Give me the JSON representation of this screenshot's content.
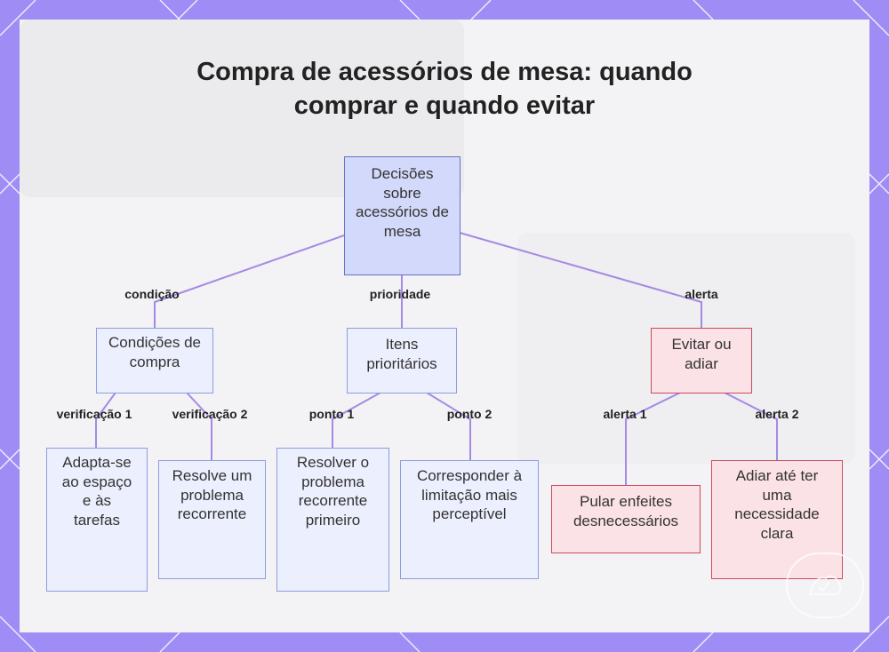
{
  "title_lines": [
    "Compra de acessórios de mesa: quando",
    "comprar e quando evitar"
  ],
  "nodes": {
    "root": "Decisões sobre acessórios de mesa",
    "conditions": "Condições de compra",
    "priority": "Itens prioritários",
    "avoid": "Evitar ou adiar",
    "adapt": "Adapta-se ao espaço e às tarefas",
    "resolve": "Resolve um problema recorrente",
    "resolve_first": "Resolver o problema recorrente primeiro",
    "match_limit": "Corresponder à limitação mais perceptível",
    "skip": "Pular enfeites desnecessários",
    "defer": "Adiar até ter uma necessidade clara"
  },
  "edge_labels": {
    "condition": "condição",
    "priority": "prioridade",
    "alert": "alerta",
    "check1": "verificação 1",
    "check2": "verificação 2",
    "point1": "ponto 1",
    "point2": "ponto 2",
    "alert1": "alerta 1",
    "alert2": "alerta 2"
  },
  "colors": {
    "frame": "#a08cf5",
    "edge": "#a48ae6",
    "node_blue_fill": "#eceffd",
    "node_blue_border": "#8d9de0",
    "root_fill": "#d3d9fa",
    "root_border": "#6673c8",
    "warn_fill": "#fbe2e7",
    "warn_border": "#cc4a5e"
  },
  "badge_icon": "watermark-badge-icon"
}
